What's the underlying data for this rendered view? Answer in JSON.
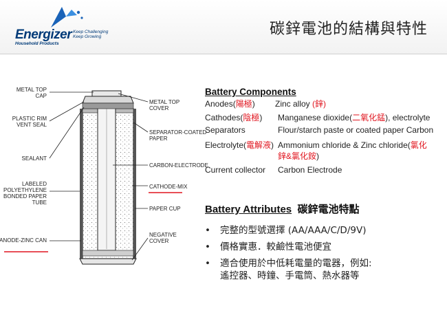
{
  "header": {
    "logo": {
      "brand": "Energizer",
      "tagline_1": "Keep Challenging",
      "tagline_2": "Keep Growing",
      "sub": "Household Products"
    },
    "title": "碳鋅電池的結構與特性"
  },
  "diagram": {
    "left_labels": [
      "METAL TOP\nCAP",
      "PLASTIC RIM\nVENT SEAL",
      "SEALANT",
      "LABELED\nPOLYETHYLENE\nBONDED PAPER\nTUBE",
      "ANODE-ZINC CAN"
    ],
    "right_labels": [
      "METAL TOP\nCOVER",
      "SEPARATOR-COATED\nPAPER",
      "CARBON-ELECTRODE",
      "CATHODE-MIX",
      "PAPER CUP",
      "NEGATIVE\nCOVER"
    ]
  },
  "components": {
    "title": "Battery Components",
    "rows": [
      {
        "k": "Anodes(",
        "k_red": "陽極",
        "k_end": ")",
        "v": "Zinc alloy ",
        "v_red": "(鋅)",
        "v_end": ""
      },
      {
        "k": "Cathodes(",
        "k_red": "陰極",
        "k_end": ")",
        "v": "Manganese dioxide(",
        "v_red": "二氧化錳",
        "v_end": "), electrolyte"
      },
      {
        "k": "Separators",
        "k_red": "",
        "k_end": "",
        "v": "Flour/starch paste or coated paper Carbon",
        "v_red": "",
        "v_end": ""
      },
      {
        "k": "Electrolyte(",
        "k_red": "電解液",
        "k_end": ")",
        "v": "Ammonium chloride & Zinc chloride(",
        "v_red": "氯化",
        "v_end": ""
      },
      {
        "k": "",
        "k_red": "",
        "k_end": "",
        "v": "",
        "v_red": "鋅&氯化銨",
        "v_end": ")"
      },
      {
        "k": "Current collector",
        "k_red": "",
        "k_end": "",
        "v": "Carbon Electrode",
        "v_red": "",
        "v_end": ""
      }
    ]
  },
  "attributes": {
    "title_en": "Battery Attributes",
    "title_zh": "碳鋅電池特點",
    "bullets": [
      "完整的型號選擇 (AA/AAA/C/D/9V)",
      "價格實惠．較鹼性電池便宜",
      "適合使用於中低耗電量的電器，例如:",
      "遙控器、時鐘、手電筒、熱水器等"
    ],
    "bullet_glyph": "•"
  },
  "colors": {
    "accent_red": "#e0141e",
    "brand_blue": "#003a78",
    "text": "#222222"
  }
}
